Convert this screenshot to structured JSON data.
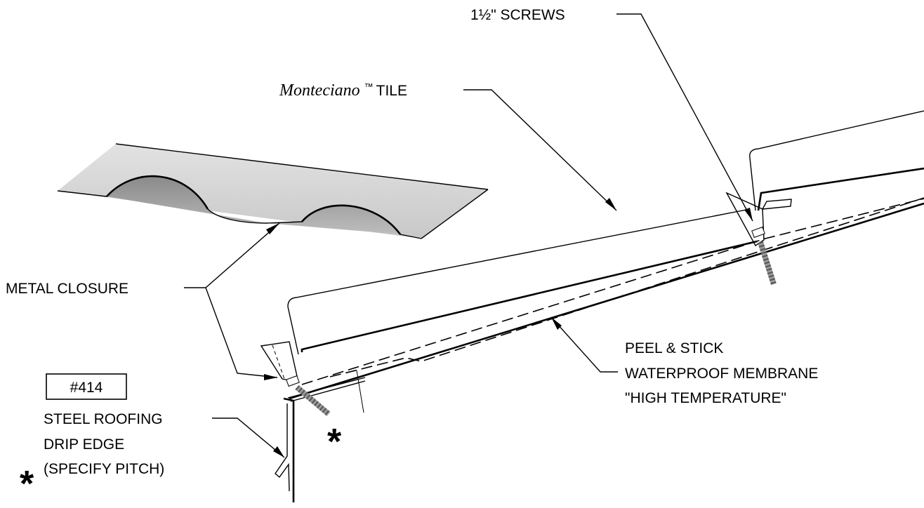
{
  "labels": {
    "screws": "1½\" SCREWS",
    "tile_brand": "Monteciano",
    "tile_tm": "™",
    "tile": "TILE",
    "metal_closure": "METAL CLOSURE",
    "membrane_line1": "PEEL & STICK",
    "membrane_line2": "WATERPROOF MEMBRANE",
    "membrane_line3": "\"HIGH TEMPERATURE\"",
    "part_number": "#414",
    "drip_line1": "STEEL ROOFING",
    "drip_line2": "DRIP EDGE",
    "drip_line3": "(SPECIFY PITCH)",
    "asterisk": "*"
  }
}
